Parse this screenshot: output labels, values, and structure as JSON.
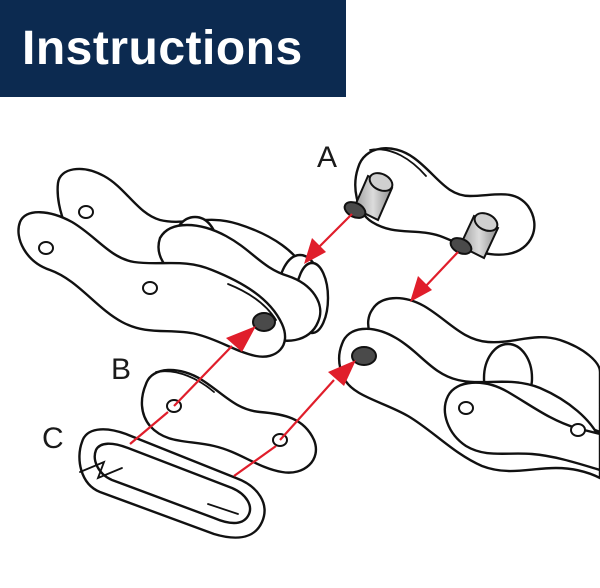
{
  "header": {
    "title": "Instructions",
    "background": "#0c2a50",
    "text_color": "#ffffff"
  },
  "labels": {
    "a": "A",
    "b": "B",
    "c": "C"
  },
  "colors": {
    "arrow": "#e01e2b",
    "outline": "#111111",
    "pin": "#b8b8b8",
    "pin_end": "#4a4a4a"
  }
}
